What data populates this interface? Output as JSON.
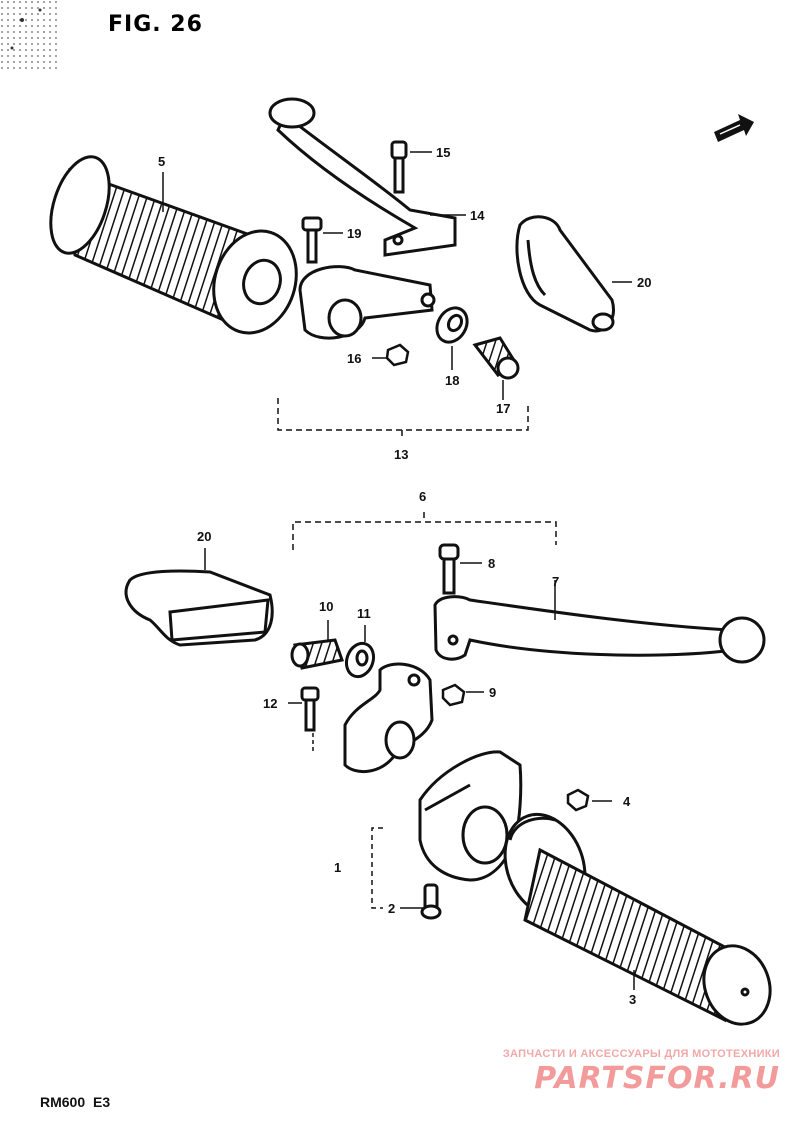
{
  "figure": {
    "title": "FIG. 26",
    "model": "RM600 E3"
  },
  "callouts": [
    {
      "id": "c1",
      "label": "1"
    },
    {
      "id": "c2",
      "label": "2"
    },
    {
      "id": "c3",
      "label": "3"
    },
    {
      "id": "c4",
      "label": "4"
    },
    {
      "id": "c5",
      "label": "5"
    },
    {
      "id": "c6",
      "label": "6"
    },
    {
      "id": "c7",
      "label": "7"
    },
    {
      "id": "c8",
      "label": "8"
    },
    {
      "id": "c9",
      "label": "9"
    },
    {
      "id": "c10",
      "label": "10"
    },
    {
      "id": "c11",
      "label": "11"
    },
    {
      "id": "c12",
      "label": "12"
    },
    {
      "id": "c13",
      "label": "13"
    },
    {
      "id": "c14",
      "label": "14"
    },
    {
      "id": "c15",
      "label": "15"
    },
    {
      "id": "c16",
      "label": "16"
    },
    {
      "id": "c17",
      "label": "17"
    },
    {
      "id": "c18",
      "label": "18"
    },
    {
      "id": "c19",
      "label": "19"
    },
    {
      "id": "c20a",
      "label": "20"
    },
    {
      "id": "c20b",
      "label": "20"
    }
  ],
  "watermark": {
    "tagline": "ЗАПЧАСТИ И АКСЕССУАРЫ ДЛЯ МОТОТЕХНИКИ",
    "logo": "PARTSFOR.RU"
  },
  "colors": {
    "ink": "#111111",
    "paper": "#ffffff",
    "watermark": "#f39a9a"
  },
  "icons": {
    "direction_marker": "arrow-right-icon"
  }
}
